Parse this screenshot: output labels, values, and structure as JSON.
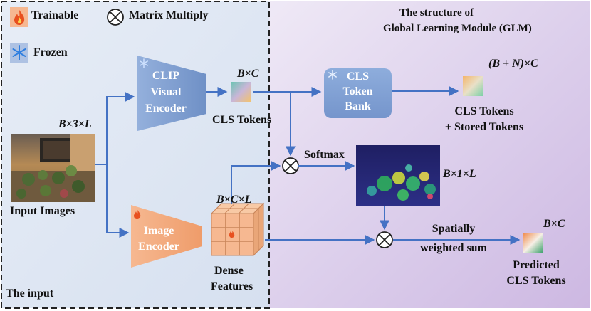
{
  "regions": {
    "input_region_label": "The input",
    "glm_title_line1": "The structure of",
    "glm_title_line2": "Global Learning Module (GLM)"
  },
  "legend": {
    "trainable": "Trainable",
    "frozen": "Frozen",
    "matrix_multiply": "Matrix Multiply"
  },
  "input": {
    "caption": "Input Images",
    "dim": "B×3×L"
  },
  "clip_encoder": {
    "line1": "CLIP",
    "line2": "Visual",
    "line3": "Encoder"
  },
  "cls_tokens": {
    "dim": "B×C",
    "label": "CLS Tokens"
  },
  "cls_bank": {
    "line1": "CLS",
    "line2": "Token",
    "line3": "Bank"
  },
  "stored_tokens": {
    "dim": "(B + N)×C",
    "line1": "CLS Tokens",
    "line2": "+ Stored Tokens"
  },
  "image_encoder": {
    "line1": "Image",
    "line2": "Encoder"
  },
  "dense_features": {
    "dim": "B×C×L",
    "line1": "Dense",
    "line2": "Features"
  },
  "softmax": {
    "label": "Softmax",
    "dim": "B×1×L"
  },
  "weighted_sum": {
    "line1": "Spatially",
    "line2": "weighted sum"
  },
  "predicted": {
    "dim": "B×C",
    "line1": "Predicted",
    "line2": "CLS Tokens"
  },
  "colors": {
    "glm_bg": "#ddd0ec",
    "input_bg": "#dde6f3",
    "frozen_blue": "#7f9fd0",
    "trainable_orange": "#f4a97d",
    "arrow_blue": "#4472c4"
  },
  "icons": {
    "trainable": "flame-icon",
    "frozen": "snowflake-icon",
    "multiply": "circled-times-icon"
  }
}
